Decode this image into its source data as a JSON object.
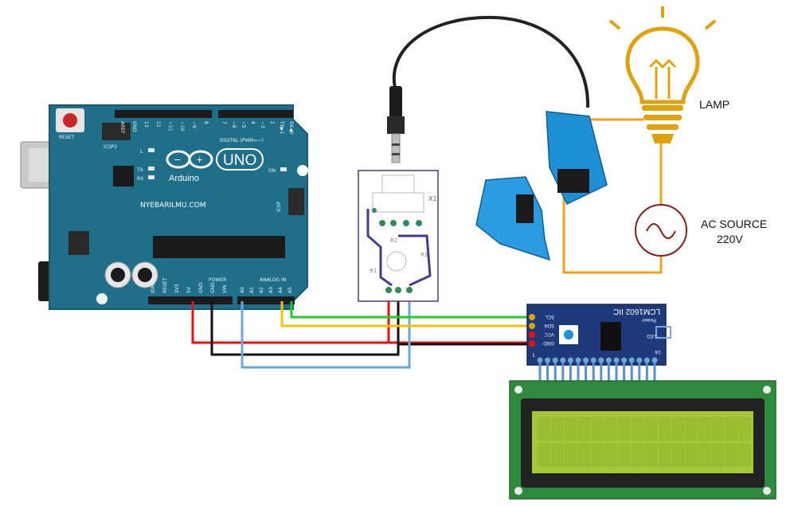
{
  "arduino": {
    "brand": "Arduino",
    "model": "UNO",
    "website": "NYEBARILMU.COM",
    "reset": "RESET",
    "icsp2": "ICSP2",
    "icsp": "ICSP",
    "led_l": "L",
    "led_tx": "TX",
    "led_rx": "RX",
    "on": "ON",
    "digital_header": "DIGITAL (PWM=~)",
    "power_header": "POWER",
    "analog_header": "ANALOG IN",
    "power_pins": [
      "IOREF",
      "RESET",
      "3V3",
      "5V",
      "GND",
      "GND",
      "VIN"
    ],
    "analog_pins": [
      "A0",
      "A1",
      "A2",
      "A3",
      "A4",
      "A5"
    ],
    "digital_pins_left": [
      "AREF",
      "GND",
      "13",
      "12",
      "~11",
      "~10",
      "~9",
      "8"
    ],
    "digital_pins_right": [
      "7",
      "~6",
      "~5",
      "4",
      "~3",
      "2",
      "TX▶1",
      "RX◀0"
    ]
  },
  "sensor_module": {
    "label_x1": "X1",
    "label_r1": "R1",
    "label_r2": "R2",
    "label_r3": "R3"
  },
  "lcd_module": {
    "title": "LCM1602 IIC",
    "pins": [
      "SCL",
      "SDA",
      "VCC",
      "GND"
    ],
    "led_label": "LED",
    "power_label": "Power",
    "pin1": "1",
    "pin16": "16"
  },
  "labels": {
    "lamp": "LAMP",
    "ac_source_line1": "AC SOURCE",
    "ac_source_line2": "220V"
  },
  "colors": {
    "board": "#1f6f8b",
    "wire_green": "#22cc22",
    "wire_yellow": "#f5c400",
    "wire_red": "#e81010",
    "wire_black": "#111111",
    "wire_blue": "#6aa6d6",
    "mains": "#f0a020",
    "lamp": "#e0a20c",
    "ac_source": "#8b1a1a",
    "sensor": "#1e90d6",
    "lcd_screen": "#a4c639"
  }
}
